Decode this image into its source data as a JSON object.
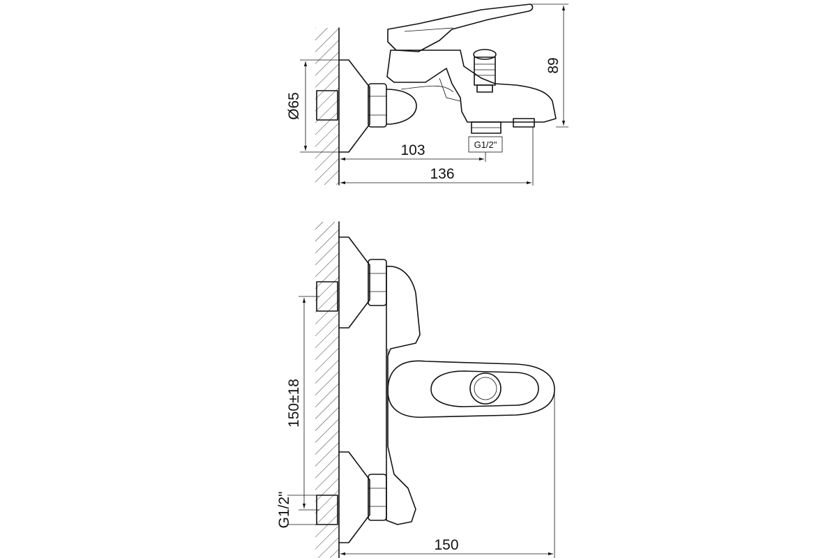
{
  "top_view": {
    "dim_diameter": "Ø65",
    "dim_inlet_to_outlet": "103",
    "dim_total_depth": "136",
    "dim_height": "89",
    "outlet_thread": "G1/2\""
  },
  "front_view": {
    "dim_centers": "150±18",
    "dim_total_depth": "150",
    "inlet_thread": "G1/2\""
  }
}
